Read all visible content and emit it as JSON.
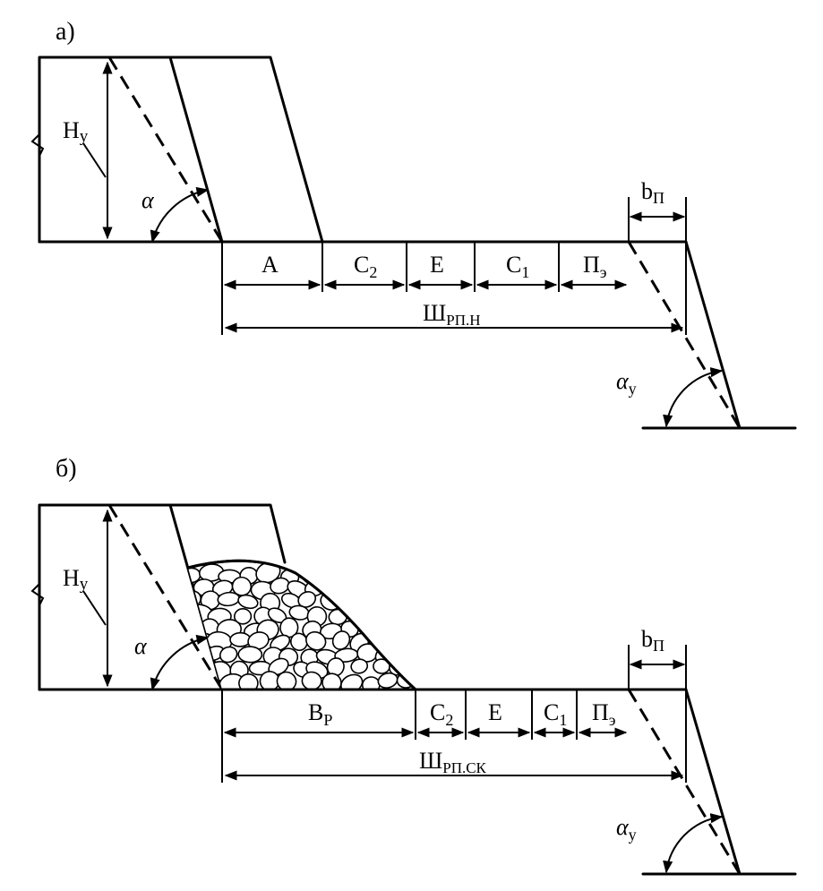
{
  "panel_a": {
    "label": "а)",
    "height_label": "H",
    "height_sub": "у",
    "angle_label": "α",
    "berm_label": "b",
    "berm_sub": "П",
    "angle_u_label": "α",
    "angle_u_sub": "у",
    "segments": [
      {
        "main": "A",
        "sub": ""
      },
      {
        "main": "C",
        "sub": "2"
      },
      {
        "main": "E",
        "sub": ""
      },
      {
        "main": "C",
        "sub": "1"
      },
      {
        "main": "П",
        "sub": "э"
      }
    ],
    "width_label": "Ш",
    "width_sub": "РП.Н"
  },
  "panel_b": {
    "label": "б)",
    "height_label": "H",
    "height_sub": "у",
    "angle_label": "α",
    "berm_label": "b",
    "berm_sub": "П",
    "angle_u_label": "α",
    "angle_u_sub": "у",
    "segments": [
      {
        "main": "B",
        "sub": "Р"
      },
      {
        "main": "C",
        "sub": "2"
      },
      {
        "main": "E",
        "sub": ""
      },
      {
        "main": "C",
        "sub": "1"
      },
      {
        "main": "П",
        "sub": "э"
      }
    ],
    "width_label": "Ш",
    "width_sub": "РП.СК"
  }
}
